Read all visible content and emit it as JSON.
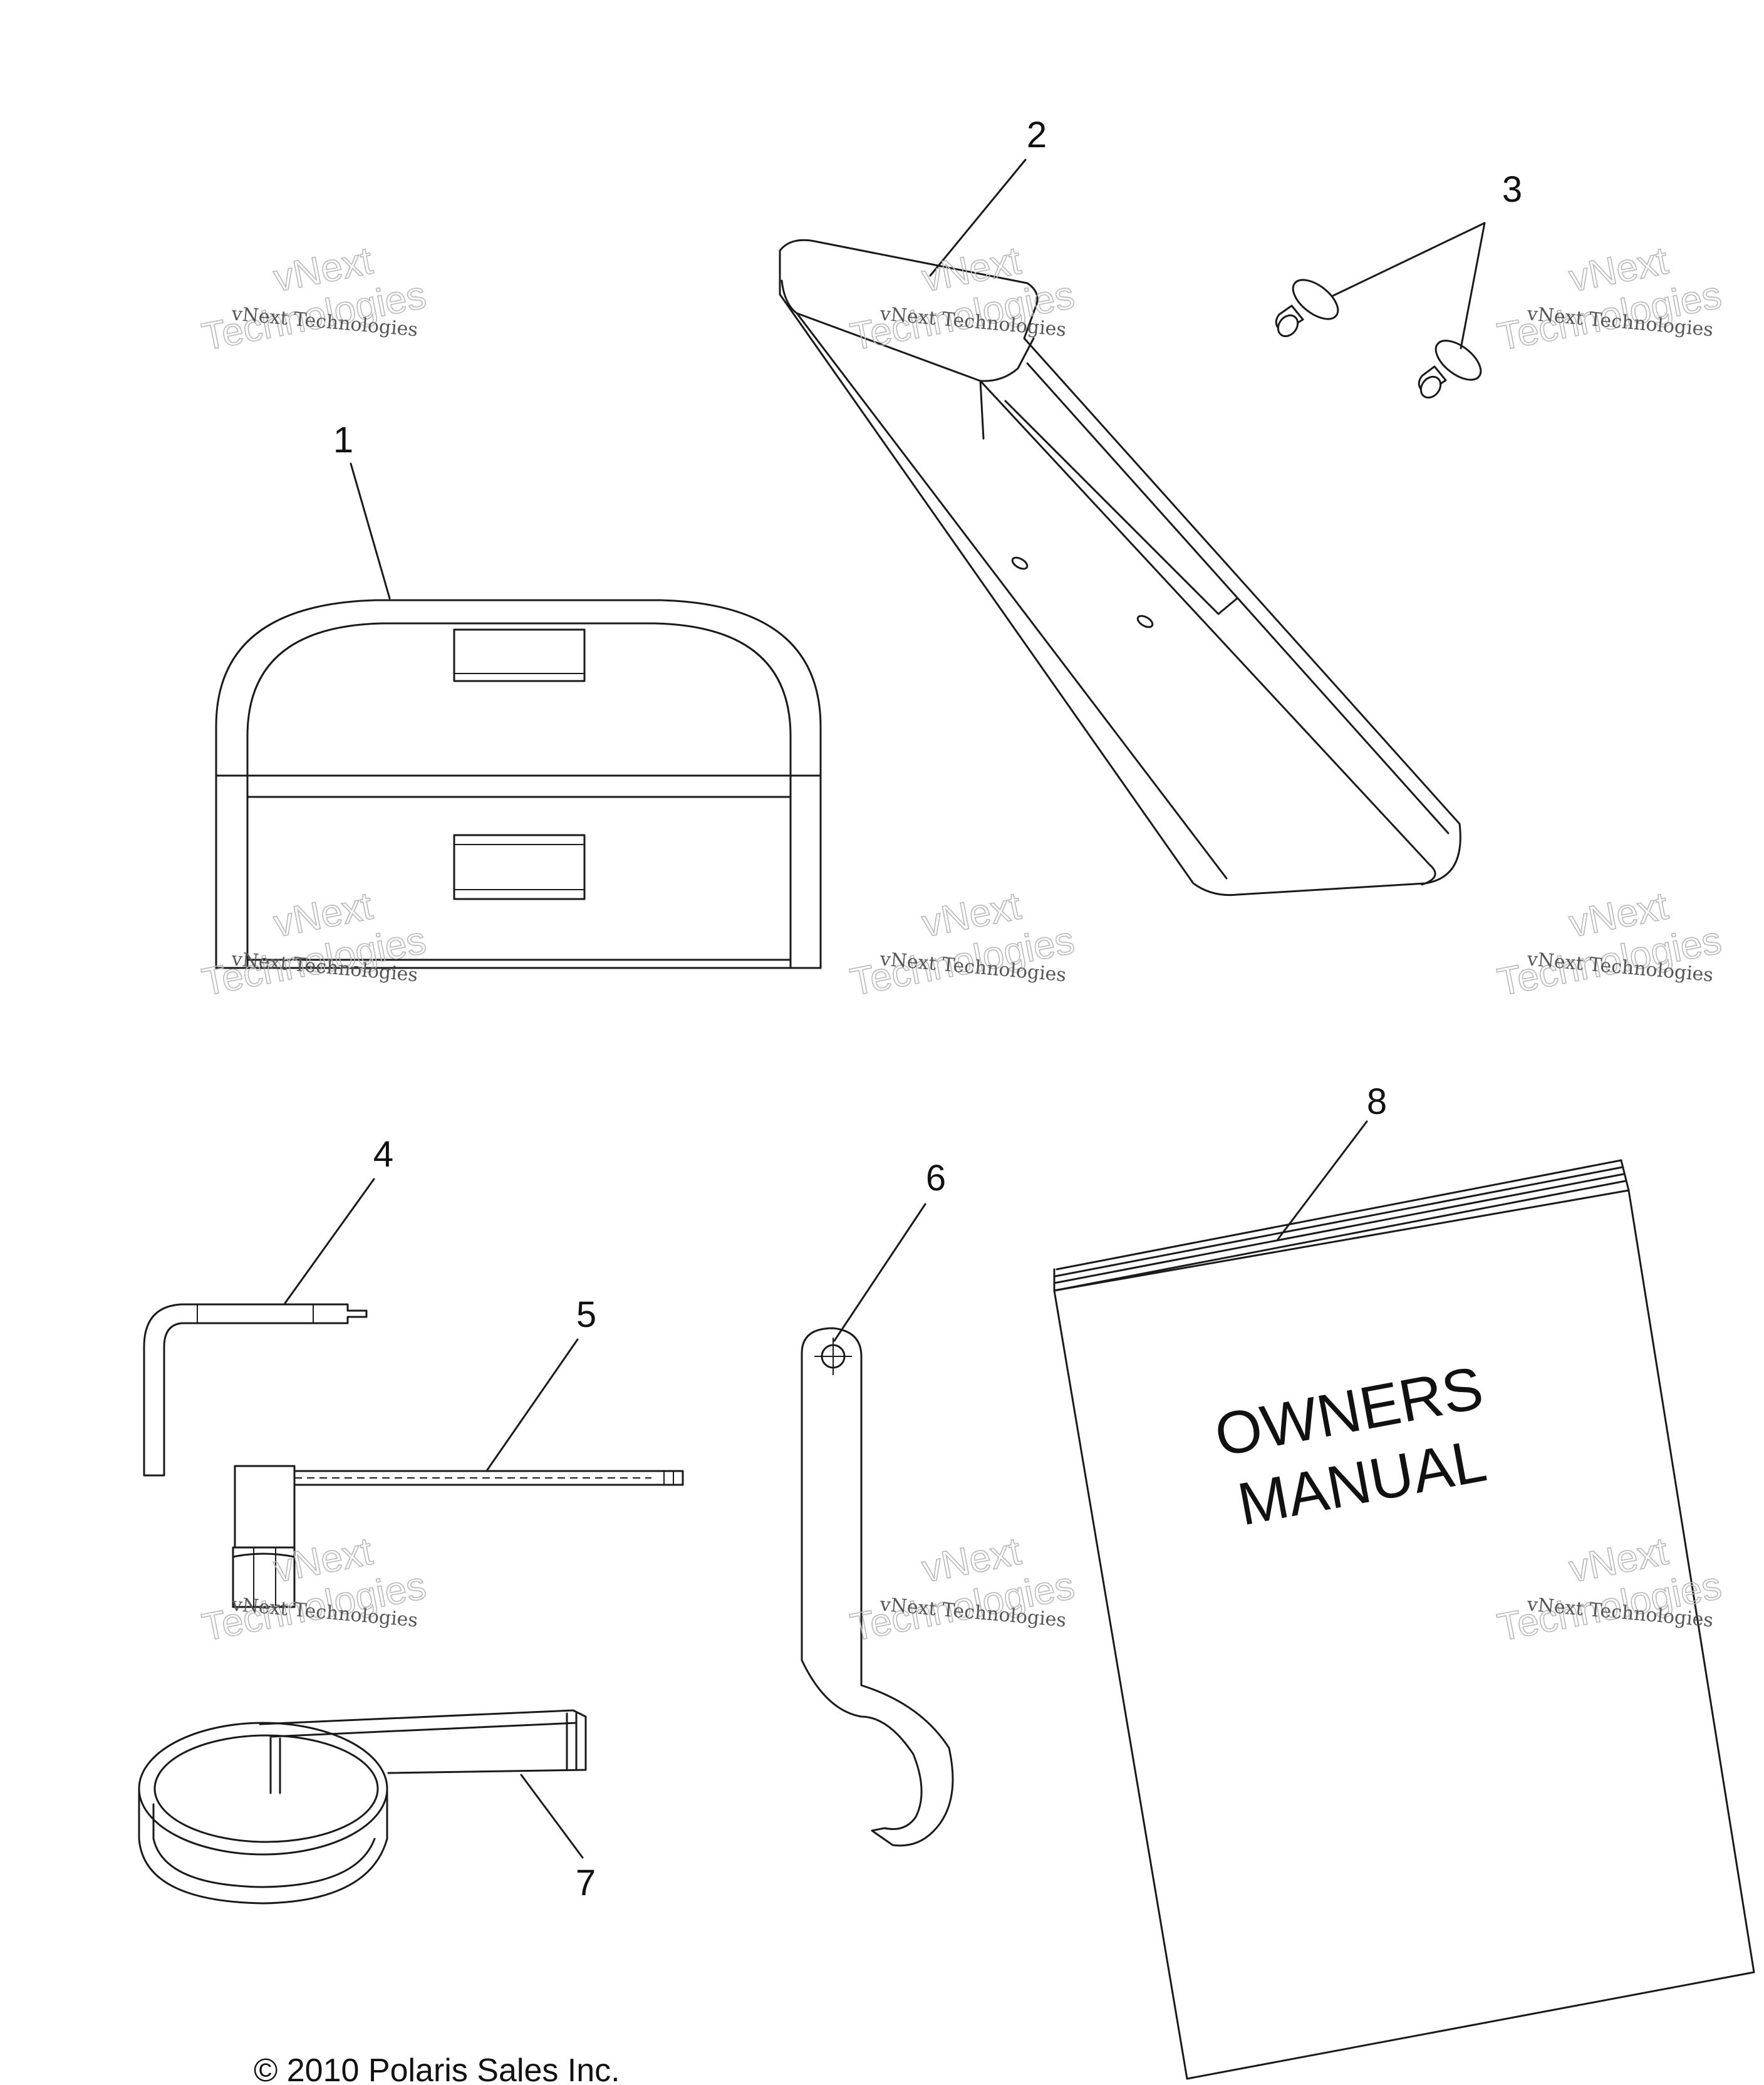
{
  "callouts": {
    "c1": "1",
    "c2": "2",
    "c3": "3",
    "c4": "4",
    "c5": "5",
    "c6": "6",
    "c7": "7",
    "c8": "8"
  },
  "manual": {
    "line1": "OWNERS",
    "line2": "MANUAL"
  },
  "copyright": "© 2010 Polaris Sales Inc.",
  "watermark": {
    "small": "vNext Technologies",
    "big_line1": "vNext",
    "big_line2": "Technologies"
  }
}
